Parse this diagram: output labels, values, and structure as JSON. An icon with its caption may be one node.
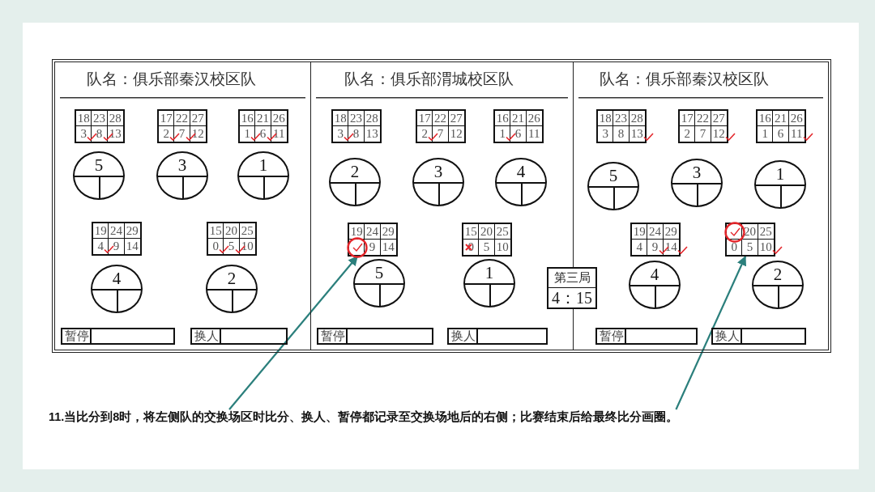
{
  "diagram": {
    "nodes": [
      {
        "text": [
          "队名：俱乐部秦汉校区队"
        ]
      },
      {
        "text": [
          "18",
          "23",
          "28",
          "3",
          "8",
          "13"
        ],
        "in": 0
      },
      {
        "text": [
          "17",
          "22",
          "27",
          "2",
          "7",
          "12"
        ],
        "in": 0
      },
      {
        "text": [
          "16",
          "21",
          "26",
          "1",
          "6",
          "11"
        ],
        "in": 0
      },
      {
        "text": [
          "5"
        ],
        "in": 0
      },
      {
        "text": [
          "3"
        ],
        "in": 0
      },
      {
        "text": [
          "1"
        ],
        "in": 0
      },
      {
        "text": [
          "19",
          "24",
          "29",
          "4",
          "9",
          "14"
        ],
        "in": 0
      },
      {
        "text": [
          "15",
          "20",
          "25",
          "0",
          "5",
          "10"
        ],
        "in": 0
      },
      {
        "text": [
          "4"
        ],
        "in": 0
      },
      {
        "text": [
          "2"
        ],
        "in": 0
      },
      {
        "text": [
          "暂停"
        ],
        "in": 0
      },
      {
        "text": [
          "换人"
        ],
        "in": 0
      },
      {
        "text": [
          "队名：俱乐部渭城校区队"
        ]
      },
      {
        "text": [
          "18",
          "23",
          "28",
          "3",
          "8",
          "13"
        ],
        "in": 13
      },
      {
        "text": [
          "17",
          "22",
          "27",
          "2",
          "7",
          "12"
        ],
        "in": 13
      },
      {
        "text": [
          "16",
          "21",
          "26",
          "1",
          "6",
          "11"
        ],
        "in": 13
      },
      {
        "text": [
          "2"
        ],
        "in": 13
      },
      {
        "text": [
          "3"
        ],
        "in": 13
      },
      {
        "text": [
          "4"
        ],
        "in": 13
      },
      {
        "text": [
          "19",
          "24",
          "29",
          "9",
          "14"
        ],
        "in": 13
      },
      {
        "text": [
          "15",
          "20",
          "25",
          "0",
          "5",
          "10"
        ],
        "in": 13
      },
      {
        "text": [
          "5"
        ],
        "in": 13
      },
      {
        "text": [
          "1"
        ],
        "in": 13
      },
      {
        "text": [
          "暂停"
        ],
        "in": 13
      },
      {
        "text": [
          "换人"
        ],
        "in": 13
      },
      {
        "text": [
          "队名：俱乐部秦汉校区队"
        ]
      },
      {
        "text": [
          "18",
          "23",
          "28",
          "3",
          "8",
          "13"
        ],
        "in": 26
      },
      {
        "text": [
          "17",
          "22",
          "27",
          "2",
          "7",
          "12"
        ],
        "in": 26
      },
      {
        "text": [
          "16",
          "21",
          "26",
          "1",
          "6",
          "11"
        ],
        "in": 26
      },
      {
        "text": [
          "5"
        ],
        "in": 26
      },
      {
        "text": [
          "3"
        ],
        "in": 26
      },
      {
        "text": [
          "1"
        ],
        "in": 26
      },
      {
        "text": [
          "19",
          "24",
          "29",
          "4",
          "9",
          "14"
        ],
        "in": 26
      },
      {
        "text": [
          "20",
          "25",
          "0",
          "5",
          "10"
        ],
        "in": 26
      },
      {
        "text": [
          "4"
        ],
        "in": 26
      },
      {
        "text": [
          "2"
        ],
        "in": 26
      },
      {
        "text": [
          "暂停"
        ],
        "in": 26
      },
      {
        "text": [
          "换人"
        ],
        "in": 26
      },
      {
        "text": [
          "第三局",
          "4：15"
        ]
      },
      {
        "text": [
          "11.当比分到8时，将左侧队的交换场区时比分、换人、暂停都记录至交换场地后的右侧；比赛结束后给最终比分画圈。"
        ]
      }
    ],
    "edges": [
      {
        "from": 40,
        "to": 20,
        "arrow": "to"
      },
      {
        "from": 40,
        "to": 34,
        "arrow": "to"
      }
    ]
  }
}
